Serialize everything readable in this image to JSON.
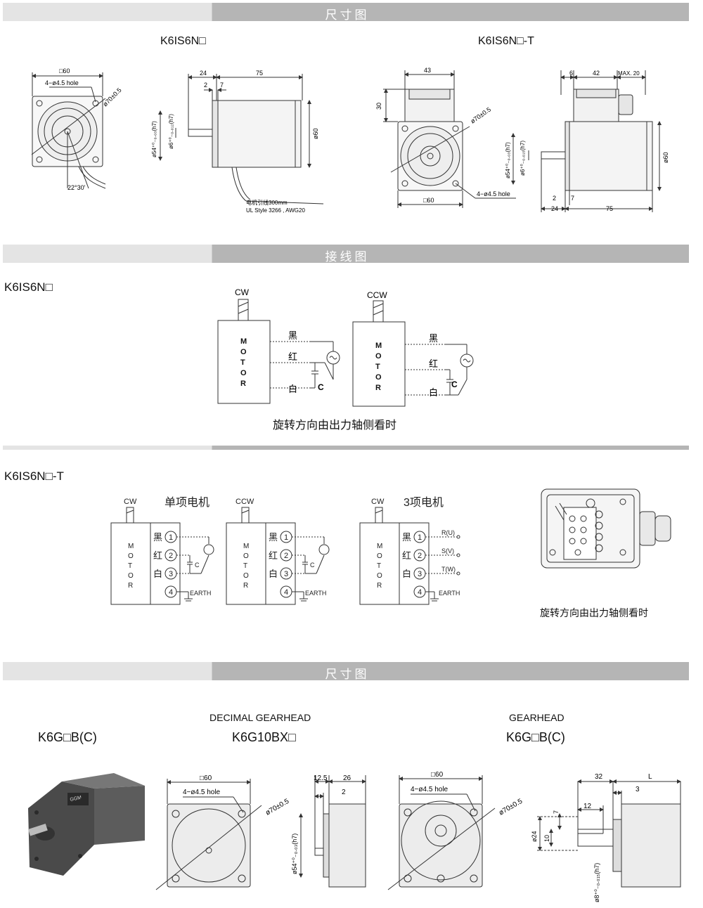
{
  "sections": {
    "dim1": "尺寸图",
    "wiring": "接线图",
    "dim2": "尺寸图"
  },
  "models": {
    "k6is6n": "K6IS6N□",
    "k6is6n_t": "K6IS6N□-T",
    "k6is6n_wiring": "K6IS6N□",
    "k6is6n_t_wiring": "K6IS6N□-T",
    "k6gb": "K6G□B(C)",
    "k6g10bx": "K6G10BX□",
    "k6gb2": "K6G□B(C)"
  },
  "gearhead_titles": {
    "decimal": "DECIMAL GEARHEAD",
    "gearhead": "GEARHEAD"
  },
  "dims_motor": {
    "sq60": "□60",
    "holes": "4−ø4.5 hole",
    "pcd": "ø70±0.5",
    "angle": "22°30'",
    "d24": "24",
    "d75": "75",
    "d2": "2",
    "d7": "7",
    "d60": "ø60",
    "pilot": "ø54⁺⁰₋₀.₀₃(h7)",
    "shaft": "ø6⁺⁰₋₀.₀₁₂(h7)",
    "lead": "电机引线300mm",
    "ul": "UL Style 3266 , AWG20"
  },
  "dims_motor_t": {
    "d43": "43",
    "d30": "30",
    "d6": "6",
    "d42": "42",
    "max20": "MAX. 20",
    "sq60": "□60",
    "holes": "4−ø4.5 hole",
    "pcd": "ø70±0.5",
    "d2": "2",
    "d7": "7",
    "d24": "24",
    "d75": "75",
    "d60": "ø60",
    "pilot": "ø54⁺⁰₋₀.₀₃(h7)",
    "shaft": "ø6⁺⁰₋₀.₀₁₅(h7)"
  },
  "wiring_simple": {
    "cw": "CW",
    "ccw": "CCW",
    "motor_letters": [
      "M",
      "O",
      "T",
      "O",
      "R"
    ],
    "black": "黑",
    "red": "红",
    "white": "白",
    "cap": "C",
    "caption": "旋转方向由出力轴侧看时"
  },
  "wiring_t": {
    "cw": "CW",
    "ccw": "CCW",
    "single": "单项电机",
    "three": "3项电机",
    "motor_letters": [
      "M",
      "O",
      "T",
      "O",
      "R"
    ],
    "black": "黑",
    "red": "红",
    "white": "白",
    "n1": "1",
    "n2": "2",
    "n3": "3",
    "n4": "4",
    "earth": "EARTH",
    "cap": "C",
    "ru": "R(U)",
    "sv": "S(V)",
    "tw": "T(W)",
    "caption": "旋转方向由出力轴侧看时"
  },
  "dims_gear": {
    "sq60": "□60",
    "holes": "4−ø4.5 hole",
    "pcd": "ø70±0.5",
    "d125": "12.5",
    "d26": "26",
    "d2": "2",
    "pilot": "ø54⁺⁰₋₀.₀₃(h7)",
    "d32": "32",
    "dL": "L",
    "d3": "3",
    "d12": "12",
    "d7": "7",
    "d10": "10",
    "d24": "ø24",
    "shaft8": "ø8⁺⁰₋₀.₀₁₅(h7)"
  }
}
